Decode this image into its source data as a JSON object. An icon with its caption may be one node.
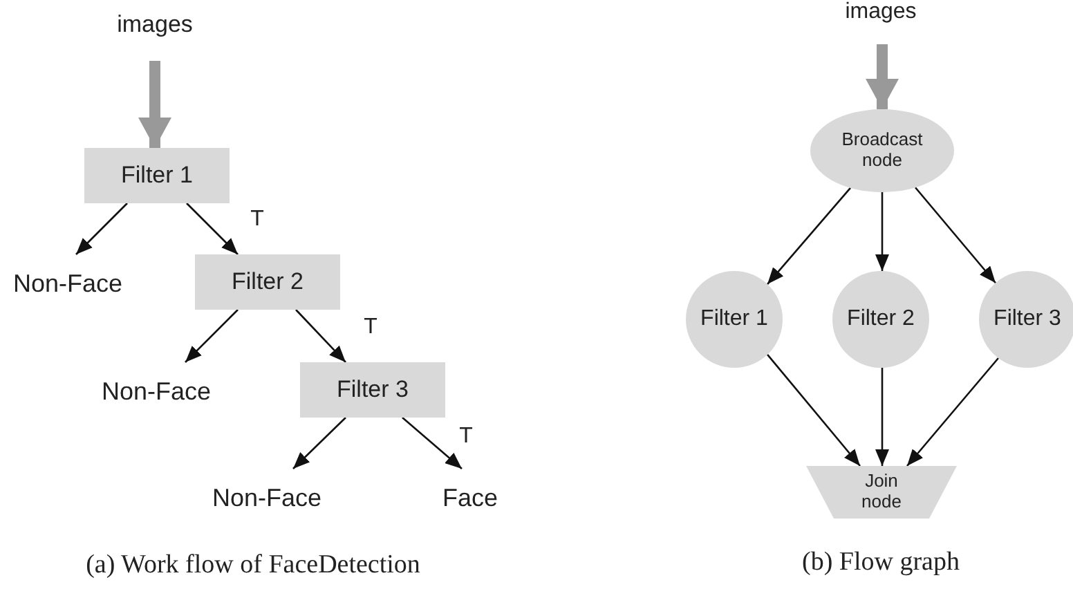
{
  "diagram": {
    "nodes": [
      {
        "text": [
          "images"
        ]
      },
      {
        "text": [
          "Filter 1"
        ]
      },
      {
        "text": [
          "Non-Face"
        ]
      },
      {
        "text": [
          "Filter 2"
        ]
      },
      {
        "text": [
          "Non-Face"
        ]
      },
      {
        "text": [
          "Filter 3"
        ]
      },
      {
        "text": [
          "Non-Face"
        ]
      },
      {
        "text": [
          "Face"
        ]
      },
      {
        "text": [
          "images"
        ]
      },
      {
        "text": [
          "Broadcast node"
        ]
      },
      {
        "text": [
          "Filter 1"
        ]
      },
      {
        "text": [
          "Filter 2"
        ]
      },
      {
        "text": [
          "Filter 3"
        ]
      },
      {
        "text": [
          "Join node"
        ]
      }
    ],
    "edges": [
      {
        "from": 0,
        "to": 1,
        "arrow": "to",
        "style": "thick",
        "color": "#999999"
      },
      {
        "from": 1,
        "to": 2,
        "arrow": "to"
      },
      {
        "from": 1,
        "to": 3,
        "arrow": "to",
        "label": "T"
      },
      {
        "from": 3,
        "to": 4,
        "arrow": "to"
      },
      {
        "from": 3,
        "to": 5,
        "arrow": "to",
        "label": "T"
      },
      {
        "from": 5,
        "to": 6,
        "arrow": "to"
      },
      {
        "from": 5,
        "to": 7,
        "arrow": "to",
        "label": "T"
      },
      {
        "from": 8,
        "to": 9,
        "arrow": "to",
        "style": "thick",
        "color": "#999999"
      },
      {
        "from": 9,
        "to": 10,
        "arrow": "to"
      },
      {
        "from": 9,
        "to": 11,
        "arrow": "to"
      },
      {
        "from": 9,
        "to": 12,
        "arrow": "to"
      },
      {
        "from": 10,
        "to": 13,
        "arrow": "to"
      },
      {
        "from": 11,
        "to": 13,
        "arrow": "to"
      },
      {
        "from": 12,
        "to": 13,
        "arrow": "to"
      }
    ],
    "labels": [
      "(a) Work flow of FaceDetection",
      "(b) Flow graph"
    ]
  }
}
